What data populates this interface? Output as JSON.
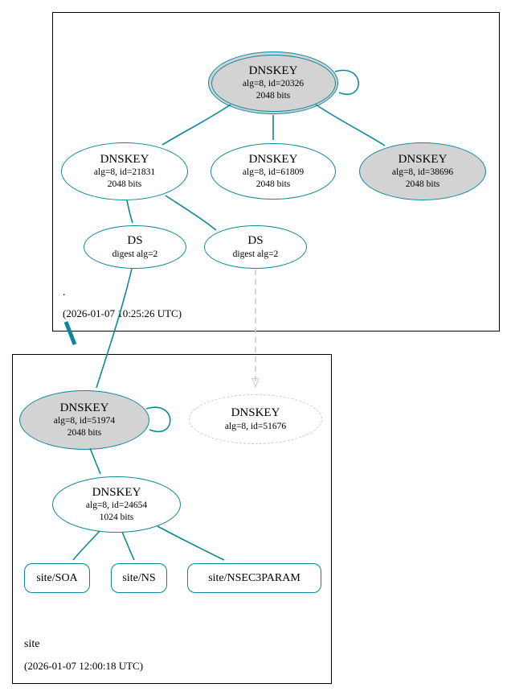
{
  "colors": {
    "edge_secure": "#0a879a",
    "node_border_secure": "#0a879a",
    "ksk_fill": "#d3d3d3",
    "missing_dashed": "#c9c9c9"
  },
  "zones": {
    "root": {
      "label": ".",
      "timestamp": "(2026-01-07 10:25:26 UTC)",
      "nodes": {
        "ksk20326": {
          "type": "DNSKEY",
          "params": "alg=8, id=20326",
          "size": "2048 bits"
        },
        "zsk21831": {
          "type": "DNSKEY",
          "params": "alg=8, id=21831",
          "size": "2048 bits"
        },
        "zsk61809": {
          "type": "DNSKEY",
          "params": "alg=8, id=61809",
          "size": "2048 bits"
        },
        "ksk38696": {
          "type": "DNSKEY",
          "params": "alg=8, id=38696",
          "size": "2048 bits"
        },
        "ds1": {
          "type": "DS",
          "params": "digest alg=2"
        },
        "ds2": {
          "type": "DS",
          "params": "digest alg=2"
        }
      }
    },
    "site": {
      "label": "site",
      "timestamp": "(2026-01-07 12:00:18 UTC)",
      "nodes": {
        "ksk51974": {
          "type": "DNSKEY",
          "params": "alg=8, id=51974",
          "size": "2048 bits"
        },
        "missing51676": {
          "type": "DNSKEY",
          "params": "alg=8, id=51676"
        },
        "zsk24654": {
          "type": "DNSKEY",
          "params": "alg=8, id=24654",
          "size": "1024 bits"
        },
        "soa": {
          "label": "site/SOA"
        },
        "ns": {
          "label": "site/NS"
        },
        "nsec3param": {
          "label": "site/NSEC3PARAM"
        }
      }
    }
  }
}
